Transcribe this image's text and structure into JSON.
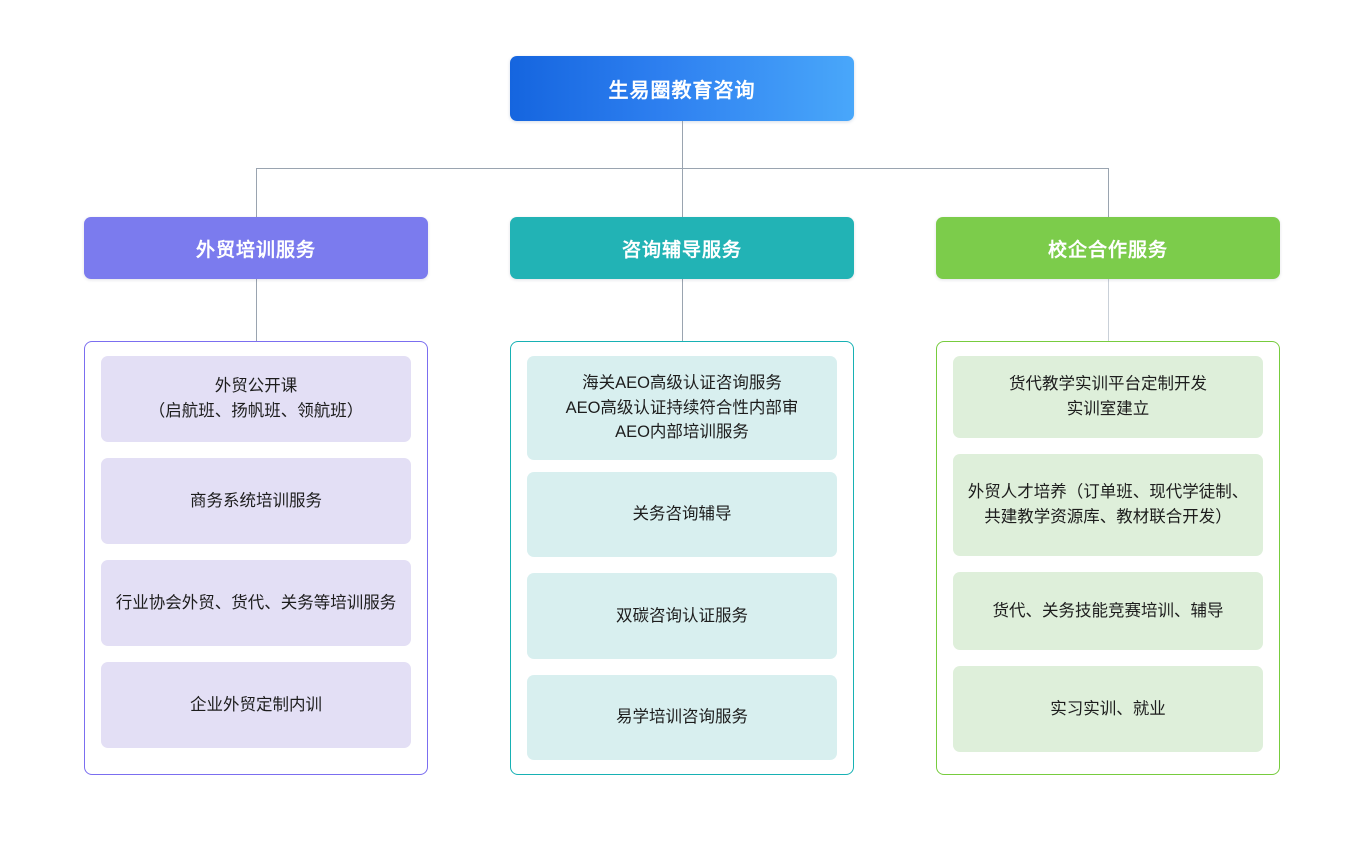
{
  "root": {
    "label": "生易圈教育咨询",
    "color": "#2E80F0",
    "gradient_from": "#1565DF",
    "gradient_to": "#49A7FA"
  },
  "connector_color": "#9aa4b0",
  "columns": [
    {
      "header_label": "外贸培训服务",
      "header_color": "#7B7BEE",
      "border_color": "#7B6EF0",
      "card_color": "#E3DFF5",
      "items": [
        {
          "label": "外贸公开课\n（启航班、扬帆班、领航班）"
        },
        {
          "label": "商务系统培训服务"
        },
        {
          "label": "行业协会外贸、货代、关务等培训服务"
        },
        {
          "label": "企业外贸定制内训"
        }
      ]
    },
    {
      "header_label": "咨询辅导服务",
      "header_color": "#22B3B5",
      "border_color": "#17B1B4",
      "card_color": "#D8EFEF",
      "items": [
        {
          "label": "海关AEO高级认证咨询服务\nAEO高级认证持续符合性内部审\nAEO内部培训服务"
        },
        {
          "label": "关务咨询辅导"
        },
        {
          "label": "双碳咨询认证服务"
        },
        {
          "label": "易学培训咨询服务"
        }
      ]
    },
    {
      "header_label": "校企合作服务",
      "header_color": "#7CCC4B",
      "border_color": "#77CC3E",
      "card_color": "#DEEFDA",
      "items": [
        {
          "label": "货代教学实训平台定制开发\n实训室建立"
        },
        {
          "label": "外贸人才培养（订单班、现代学徒制、共建教学资源库、教材联合开发）"
        },
        {
          "label": "货代、关务技能竞赛培训、辅导"
        },
        {
          "label": "实习实训、就业"
        }
      ]
    }
  ],
  "chart_data": {
    "type": "diagram",
    "diagram_kind": "org-chart",
    "title": "生易圈教育咨询",
    "levels": 3,
    "nodes": [
      {
        "id": "root",
        "label": "生易圈教育咨询",
        "level": 0,
        "parent": null
      },
      {
        "id": "c0",
        "label": "外贸培训服务",
        "level": 1,
        "parent": "root"
      },
      {
        "id": "c1",
        "label": "咨询辅导服务",
        "level": 1,
        "parent": "root"
      },
      {
        "id": "c2",
        "label": "校企合作服务",
        "level": 1,
        "parent": "root"
      },
      {
        "id": "c0-i0",
        "label": "外贸公开课（启航班、扬帆班、领航班）",
        "level": 2,
        "parent": "c0"
      },
      {
        "id": "c0-i1",
        "label": "商务系统培训服务",
        "level": 2,
        "parent": "c0"
      },
      {
        "id": "c0-i2",
        "label": "行业协会外贸、货代、关务等培训服务",
        "level": 2,
        "parent": "c0"
      },
      {
        "id": "c0-i3",
        "label": "企业外贸定制内训",
        "level": 2,
        "parent": "c0"
      },
      {
        "id": "c1-i0",
        "label": "海关AEO高级认证咨询服务 AEO高级认证持续符合性内部审 AEO内部培训服务",
        "level": 2,
        "parent": "c1"
      },
      {
        "id": "c1-i1",
        "label": "关务咨询辅导",
        "level": 2,
        "parent": "c1"
      },
      {
        "id": "c1-i2",
        "label": "双碳咨询认证服务",
        "level": 2,
        "parent": "c1"
      },
      {
        "id": "c1-i3",
        "label": "易学培训咨询服务",
        "level": 2,
        "parent": "c1"
      },
      {
        "id": "c2-i0",
        "label": "货代教学实训平台定制开发 实训室建立",
        "level": 2,
        "parent": "c2"
      },
      {
        "id": "c2-i1",
        "label": "外贸人才培养（订单班、现代学徒制、共建教学资源库、教材联合开发）",
        "level": 2,
        "parent": "c2"
      },
      {
        "id": "c2-i2",
        "label": "货代、关务技能竞赛培训、辅导",
        "level": 2,
        "parent": "c2"
      },
      {
        "id": "c2-i3",
        "label": "实习实训、就业",
        "level": 2,
        "parent": "c2"
      }
    ]
  }
}
